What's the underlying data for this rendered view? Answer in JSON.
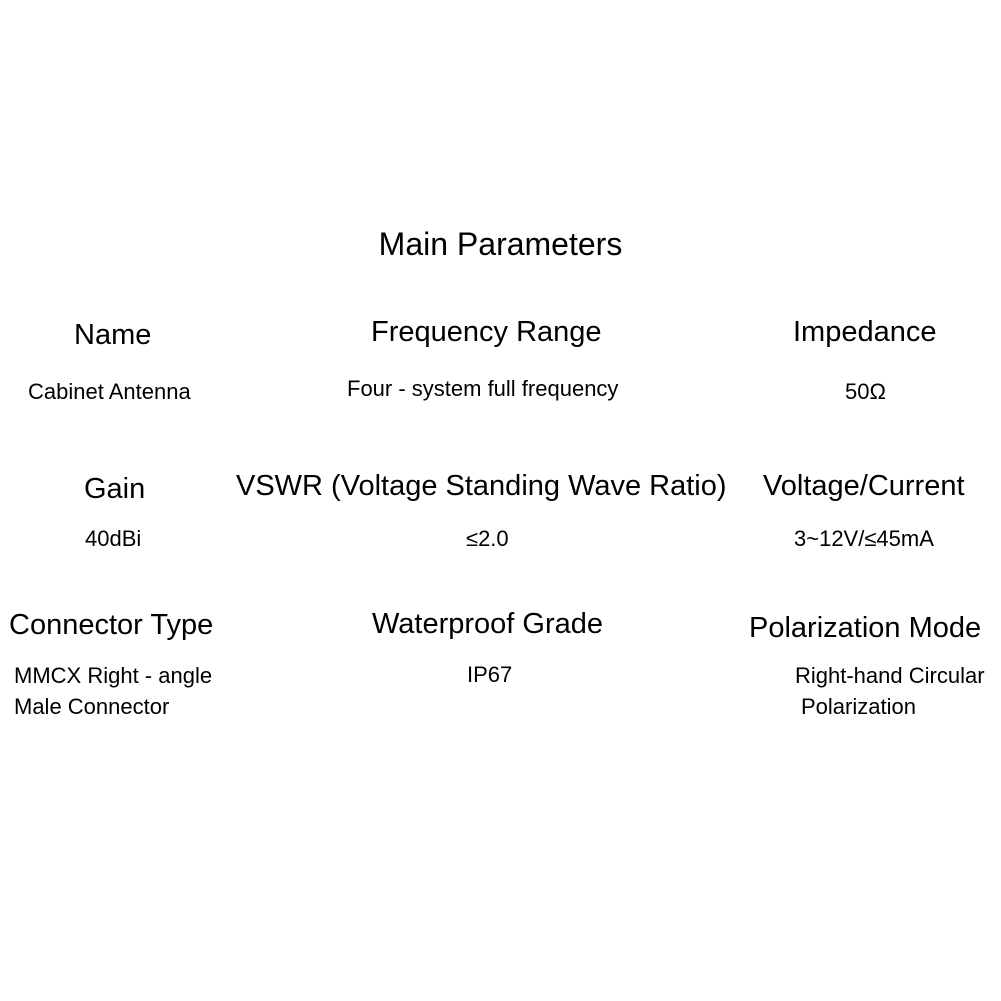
{
  "title": "Main Parameters",
  "parameters": {
    "name": {
      "label": "Name",
      "value": "Cabinet Antenna"
    },
    "frequency_range": {
      "label": "Frequency Range",
      "value": "Four - system full frequency"
    },
    "impedance": {
      "label": "Impedance",
      "value": "50Ω"
    },
    "gain": {
      "label": "Gain",
      "value": "40dBi"
    },
    "vswr": {
      "label": "VSWR (Voltage Standing Wave Ratio)",
      "value": "≤2.0"
    },
    "voltage_current": {
      "label": "Voltage/Current",
      "value": "3~12V/≤45mA"
    },
    "connector_type": {
      "label": "Connector Type",
      "value_lines": [
        "MMCX Right - angle",
        "Male Connector"
      ]
    },
    "waterproof_grade": {
      "label": "Waterproof Grade",
      "value": "IP67"
    },
    "polarization_mode": {
      "label": "Polarization Mode",
      "value_lines": [
        "Right-hand Circular",
        "Polarization"
      ]
    }
  }
}
